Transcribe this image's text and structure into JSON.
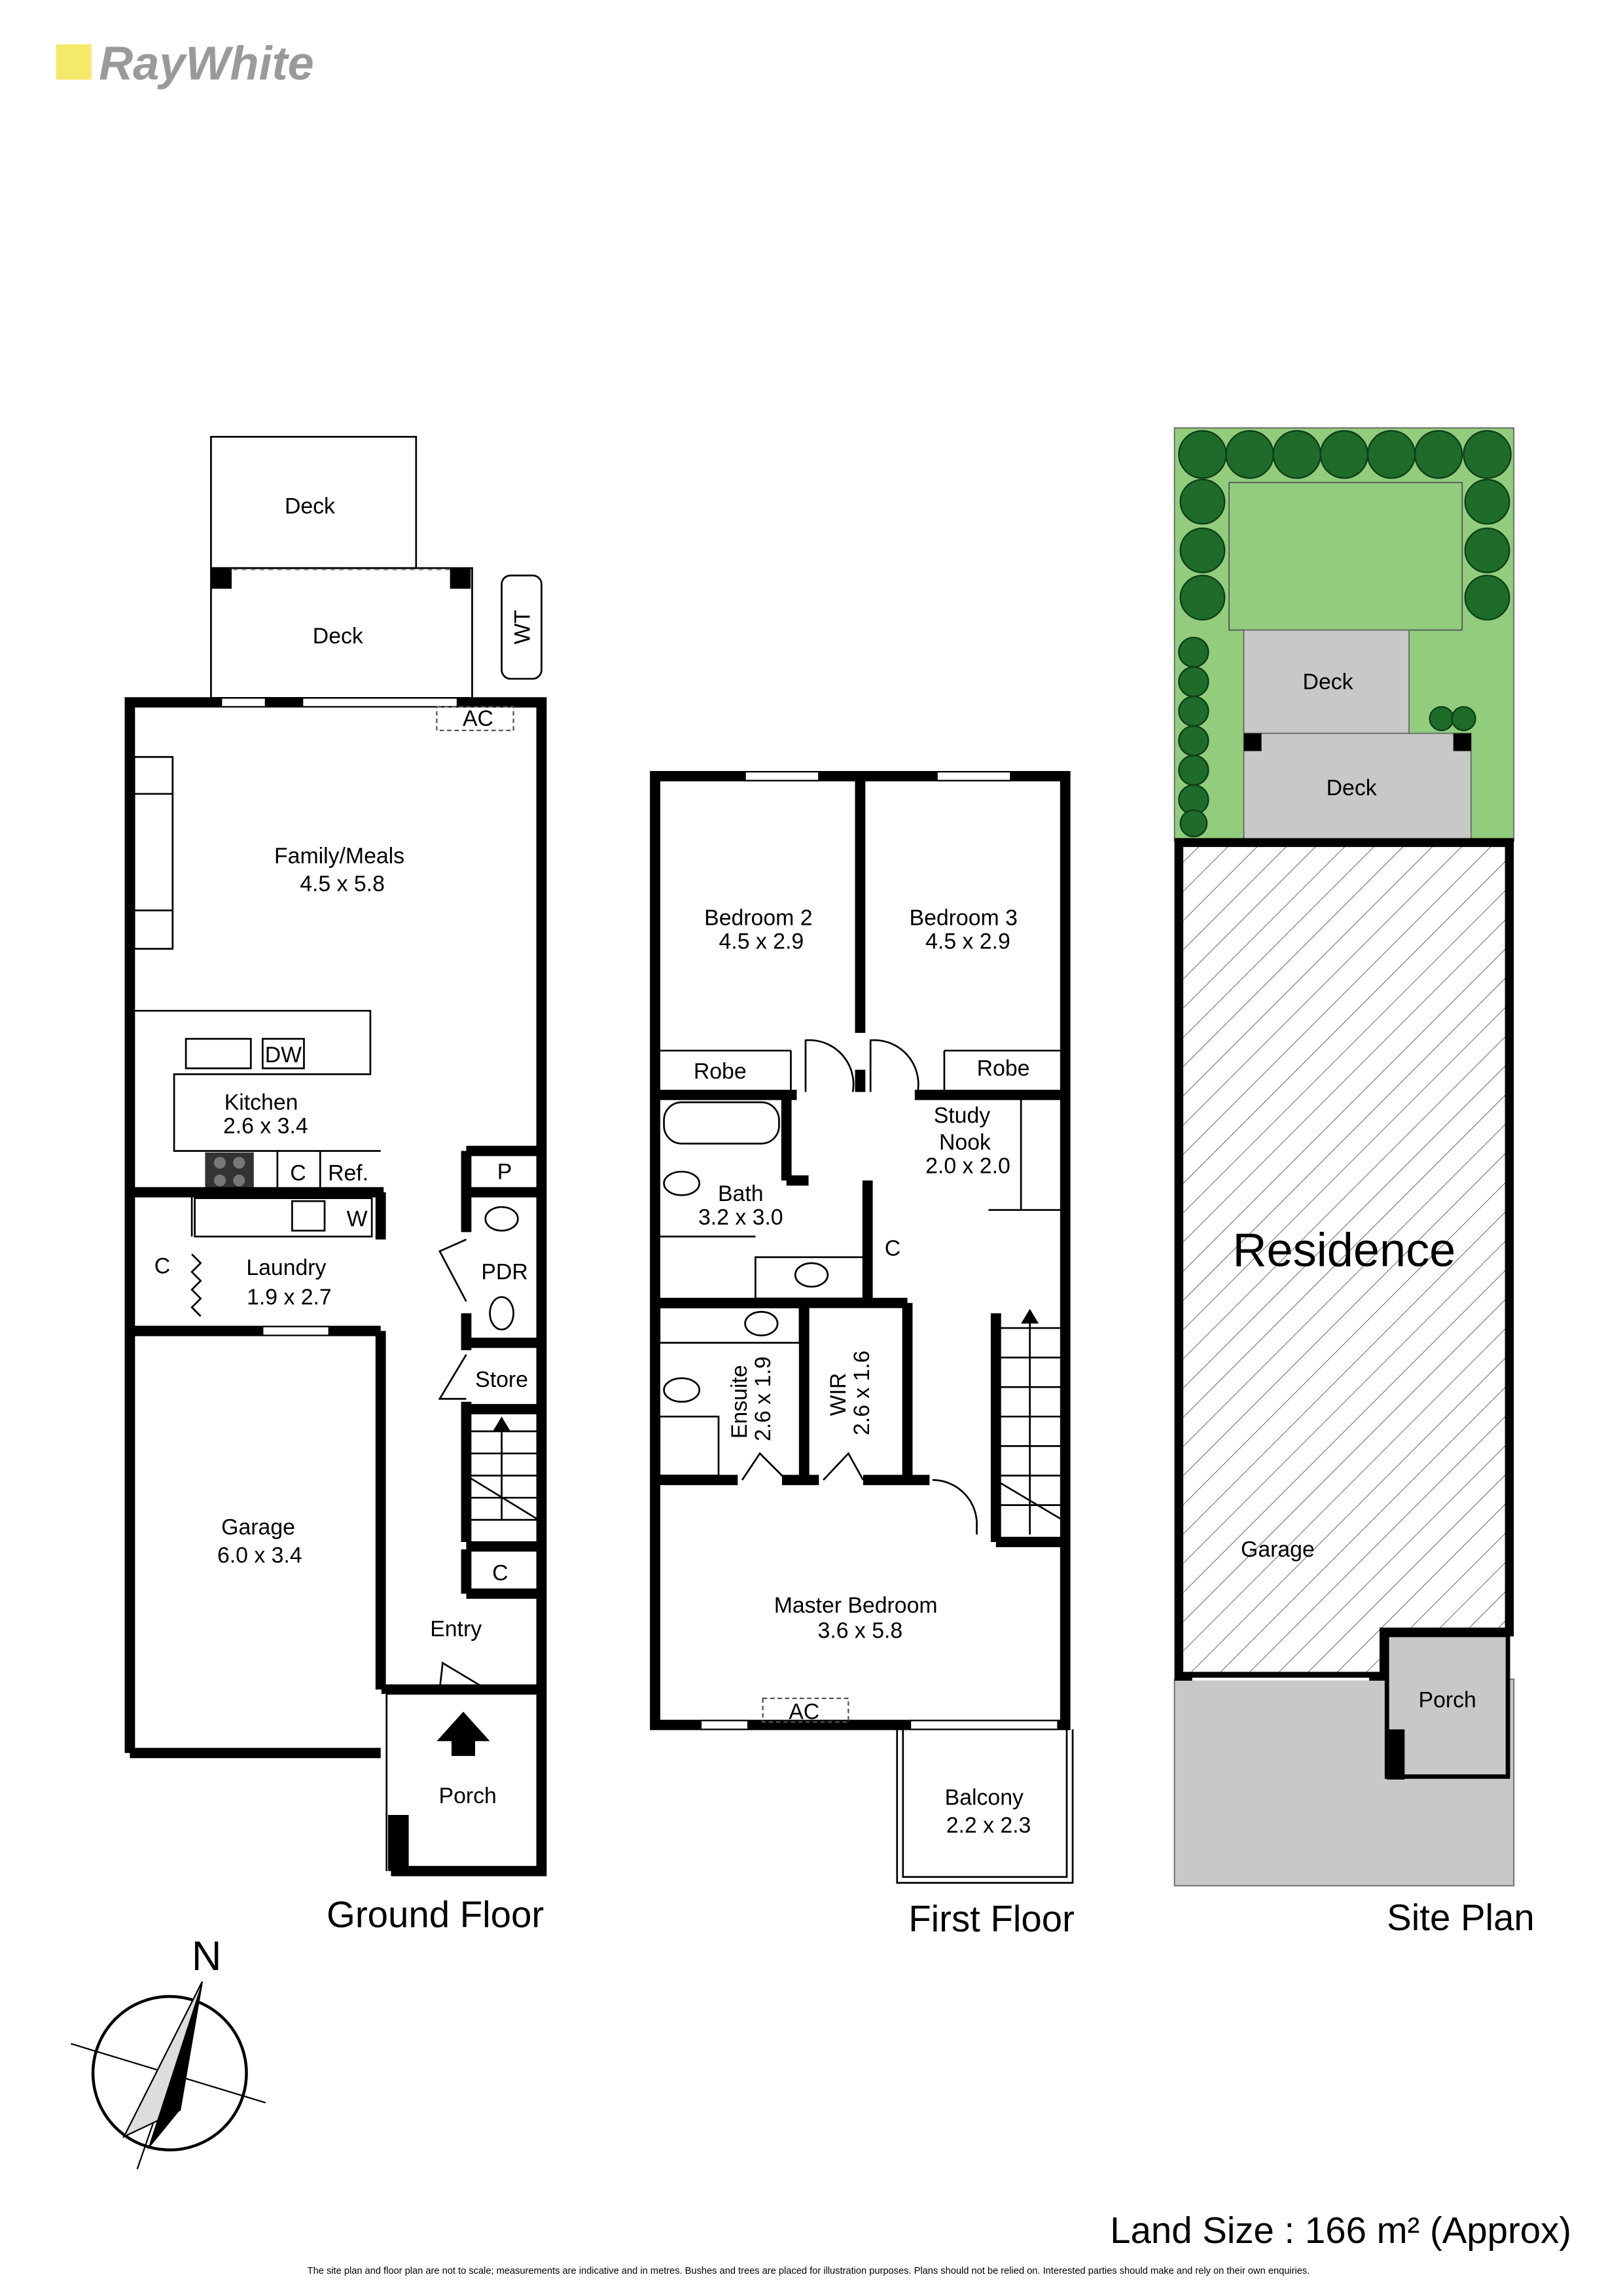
{
  "brand": {
    "name": "RayWhite",
    "logo_color": "#f5e96b",
    "text_color": "#9a9a9a"
  },
  "ground_floor": {
    "title": "Ground Floor",
    "rooms": {
      "deck_upper": "Deck",
      "deck_lower": "Deck",
      "wt": "WT",
      "ac": "AC",
      "family_name": "Family/Meals",
      "family_size": "4.5 x 5.8",
      "dw": "DW",
      "kitchen_name": "Kitchen",
      "kitchen_size": "2.6 x 3.4",
      "c_kitchen": "C",
      "ref": "Ref.",
      "p": "P",
      "w": "W",
      "c_laundry": "C",
      "laundry_name": "Laundry",
      "laundry_size": "1.9 x 2.7",
      "pdr": "PDR",
      "store": "Store",
      "c_entry": "C",
      "garage_name": "Garage",
      "garage_size": "6.0 x 3.4",
      "entry": "Entry",
      "porch": "Porch"
    }
  },
  "first_floor": {
    "title": "First Floor",
    "rooms": {
      "bed2_name": "Bedroom 2",
      "bed2_size": "4.5 x 2.9",
      "bed3_name": "Bedroom 3",
      "bed3_size": "4.5 x 2.9",
      "robe1": "Robe",
      "robe2": "Robe",
      "study_1": "Study",
      "study_2": "Nook",
      "study_size": "2.0 x 2.0",
      "bath_name": "Bath",
      "bath_size": "3.2 x 3.0",
      "c": "C",
      "ensuite_name": "Ensuite",
      "ensuite_size": "2.6 x 1.9",
      "wir_name": "WIR",
      "wir_size": "2.6 x 1.6",
      "master_name": "Master Bedroom",
      "master_size": "3.6 x 5.8",
      "ac": "AC",
      "balcony_name": "Balcony",
      "balcony_size": "2.2 x 2.3"
    }
  },
  "site_plan": {
    "title": "Site Plan",
    "deck_upper": "Deck",
    "deck_lower": "Deck",
    "residence": "Residence",
    "garage": "Garage",
    "porch": "Porch",
    "colors": {
      "lawn": "#92cd7d",
      "paving": "#c8c8c8",
      "tree": "#1e6b2a"
    }
  },
  "compass": {
    "label": "N"
  },
  "land_size": "Land Size : 166 m² (Approx)",
  "disclaimer": "The site plan and floor plan are not to scale; measurements are indicative and in metres. Bushes and trees are placed for illustration purposes. Plans should not be relied on. Interested parties should make and rely on their own enquiries."
}
